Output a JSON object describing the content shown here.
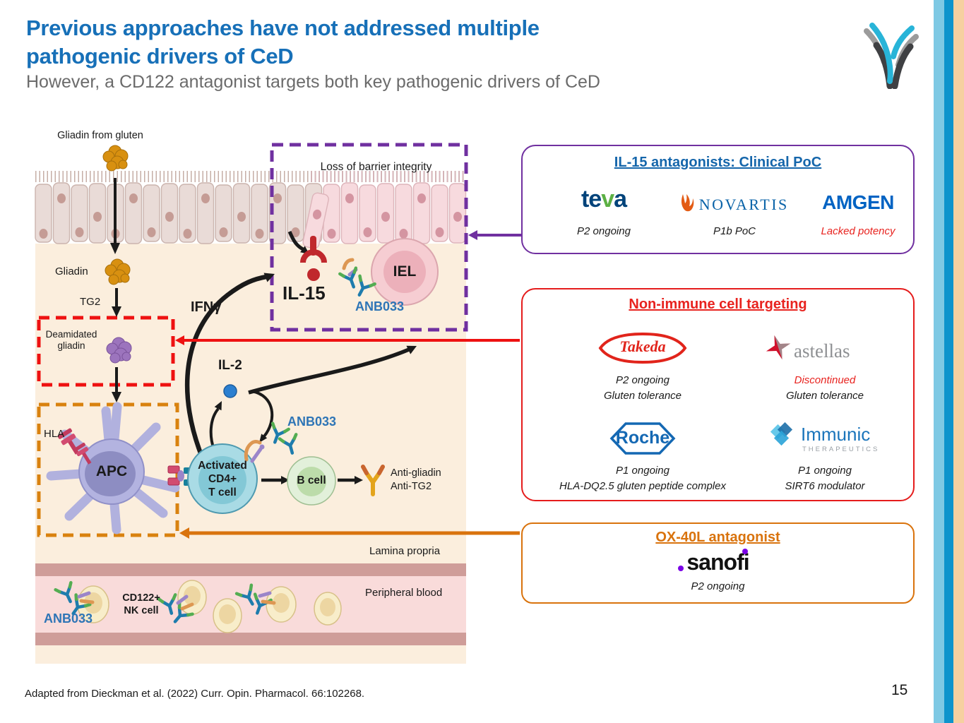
{
  "slide": {
    "title_line1": "Previous approaches have not addressed multiple",
    "title_line2": "pathogenic drivers of CeD",
    "subtitle": "However, a CD122 antagonist targets both key pathogenic drivers of CeD",
    "footer_citation": "Adapted from Dieckman et al. (2022) Curr. Opin. Pharmacol. 66:102268.",
    "page_number": "15"
  },
  "diagram": {
    "gliadin_from_gluten": "Gliadin from gluten",
    "loss_of_barrier": "Loss of barrier integrity",
    "gliadin": "Gliadin",
    "tg2": "TG2",
    "deamidated_line1": "Deamidated",
    "deamidated_line2": "gliadin",
    "ifn_gamma": "IFNγ",
    "il15": "IL-15",
    "iel": "IEL",
    "anb033": "ANB033",
    "il2": "IL-2",
    "hla": "HLA",
    "apc": "APC",
    "tcell_line1": "Activated",
    "tcell_line2": "CD4+",
    "tcell_line3": "T cell",
    "bcell": "B cell",
    "anti_gliadin": "Anti-gliadin",
    "anti_tg2": "Anti-TG2",
    "lamina_propria": "Lamina propria",
    "peripheral_blood": "Peripheral blood",
    "nk_line1": "CD122+",
    "nk_line2": "NK cell"
  },
  "panels": {
    "il15_panel": {
      "title": "IL-15 antagonists: Clinical PoC",
      "teva": {
        "prefix": "te",
        "leaf": "v",
        "suffix": "a",
        "status": "P2 ongoing"
      },
      "novartis": {
        "name": "NOVARTIS",
        "status": "P1b PoC"
      },
      "amgen": {
        "name": "AMGEN",
        "status": "Lacked potency"
      }
    },
    "non_immune_panel": {
      "title": "Non-immune cell targeting",
      "takeda": {
        "name": "Takeda",
        "status": "P2 ongoing",
        "detail": "Gluten tolerance"
      },
      "astellas": {
        "name": "astellas",
        "status": "Discontinued",
        "detail": "Gluten tolerance"
      },
      "roche": {
        "name": "Roche",
        "status": "P1 ongoing",
        "detail": "HLA-DQ2.5 gluten peptide complex"
      },
      "immunic": {
        "name": "Immunic",
        "sub": "THERAPEUTICS",
        "status": "P1 ongoing",
        "detail": "SIRT6 modulator"
      }
    },
    "ox40l_panel": {
      "title": "OX-40L antagonist",
      "sanofi": {
        "name": "sanofi",
        "status": "P2 ongoing"
      }
    }
  },
  "colors": {
    "title_blue": "#1770b8",
    "accent_purple": "#7030a0",
    "accent_red": "#e51c1c",
    "accent_orange": "#d9730d",
    "anb033_blue": "#2e75b6",
    "status_red": "#e8231f",
    "stripe_light_blue": "#7ec9e4",
    "stripe_blue": "#0d94cc",
    "stripe_tan": "#f6d0a0"
  }
}
